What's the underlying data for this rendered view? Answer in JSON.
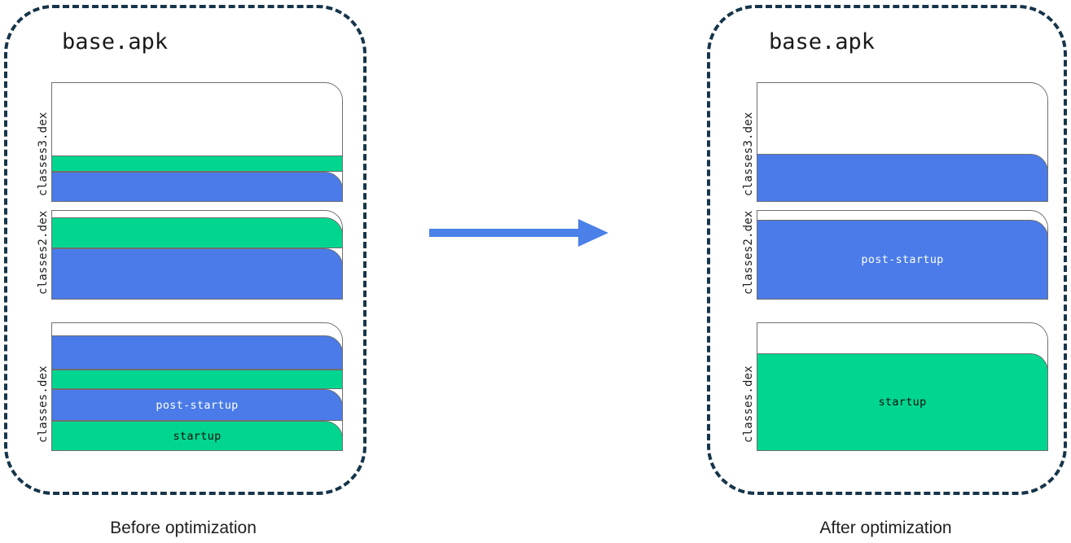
{
  "diagram": {
    "title": "",
    "accent_blue": "#4A7BE8",
    "accent_green": "#00D68F",
    "panel_border_color": "#16354A",
    "arrow_color": "#4A80E8",
    "arrow_name": "optimization-arrow"
  },
  "panels": [
    {
      "id": "before",
      "apk_title": "base.apk",
      "caption": "Before optimization",
      "dex_groups": [
        {
          "label": "classes3.dex",
          "segments": [
            {
              "color": "green",
              "text": ""
            },
            {
              "color": "blue",
              "text": ""
            }
          ]
        },
        {
          "label": "classes2.dex",
          "segments": [
            {
              "color": "green",
              "text": ""
            },
            {
              "color": "blue",
              "text": ""
            }
          ]
        },
        {
          "label": "classes.dex",
          "segments": [
            {
              "color": "blue",
              "text": ""
            },
            {
              "color": "green",
              "text": ""
            },
            {
              "color": "blue",
              "text": "post-startup"
            },
            {
              "color": "green",
              "text": "startup"
            }
          ]
        }
      ]
    },
    {
      "id": "after",
      "apk_title": "base.apk",
      "caption": "After optimization",
      "dex_groups": [
        {
          "label": "classes3.dex",
          "segments": [
            {
              "color": "blue",
              "text": ""
            }
          ]
        },
        {
          "label": "classes2.dex",
          "segments": [
            {
              "color": "blue",
              "text": "post-startup"
            }
          ]
        },
        {
          "label": "classes.dex",
          "segments": [
            {
              "color": "green",
              "text": "startup"
            }
          ]
        }
      ]
    }
  ],
  "legend": {
    "startup_label": "startup",
    "post_startup_label": "post-startup"
  }
}
